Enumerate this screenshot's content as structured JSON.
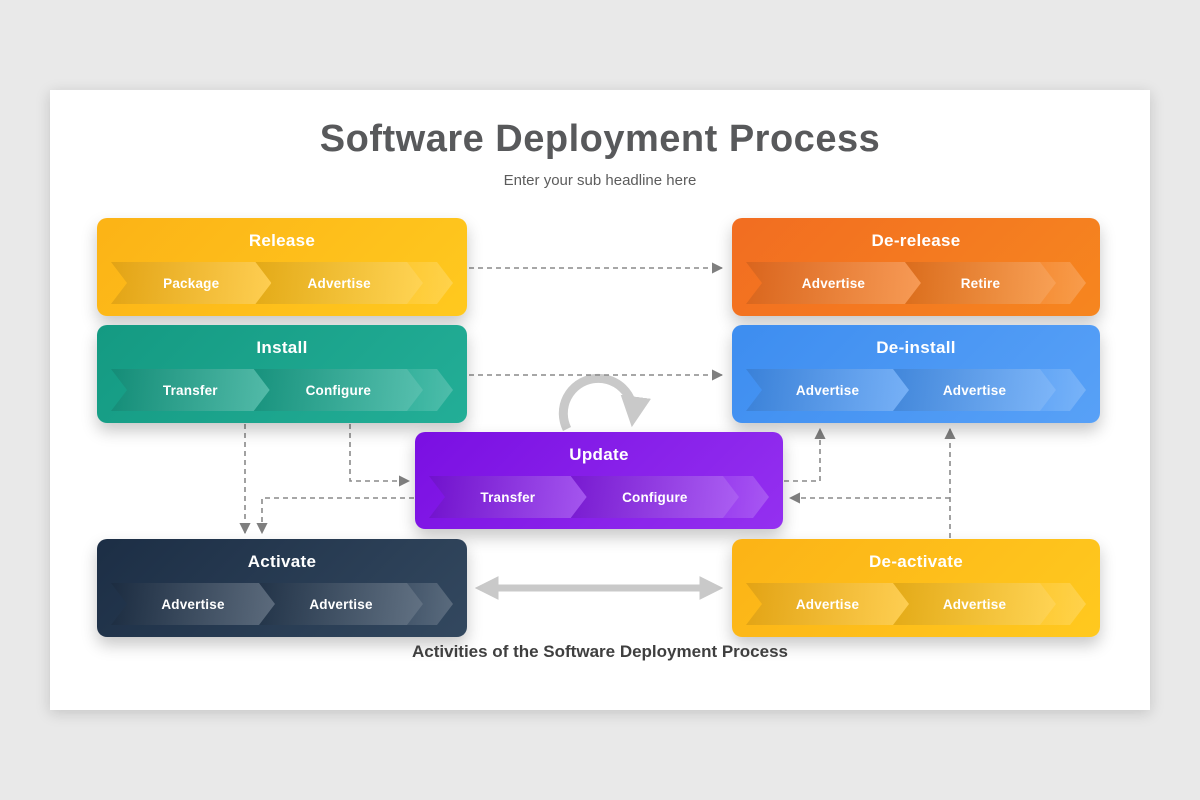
{
  "slide": {
    "title": "Software Deployment Process",
    "subtitle": "Enter your sub headline here",
    "caption": "Activities of the Software Deployment Process"
  },
  "boxes": [
    {
      "id": "release",
      "title": "Release",
      "items": [
        "Package",
        "Advertise"
      ],
      "color": "#FCB316",
      "color2": "#FFC91F"
    },
    {
      "id": "de-release",
      "title": "De-release",
      "items": [
        "Advertise",
        "Retire"
      ],
      "color": "#F26D21",
      "color2": "#F6861F"
    },
    {
      "id": "install",
      "title": "Install",
      "items": [
        "Transfer",
        "Configure"
      ],
      "color": "#149A82",
      "color2": "#23AE97"
    },
    {
      "id": "de-install",
      "title": "De-install",
      "items": [
        "Advertise",
        "Advertise"
      ],
      "color": "#3D8DF0",
      "color2": "#58A1F7"
    },
    {
      "id": "update",
      "title": "Update",
      "items": [
        "Transfer",
        "Configure"
      ],
      "color": "#7A0FE2",
      "color2": "#9430F0"
    },
    {
      "id": "activate",
      "title": "Activate",
      "items": [
        "Advertise",
        "Advertise"
      ],
      "color": "#1C2E45",
      "color2": "#33485F"
    },
    {
      "id": "de-activate",
      "title": "De-activate",
      "items": [
        "Advertise",
        "Advertise"
      ],
      "color": "#FCB316",
      "color2": "#FFC91F"
    }
  ],
  "colors": {
    "connector": "#8a8a8a",
    "arrowhead": "#7f7f7f",
    "big_arrow": "#c9c9c9",
    "title_text": "#58595b"
  }
}
